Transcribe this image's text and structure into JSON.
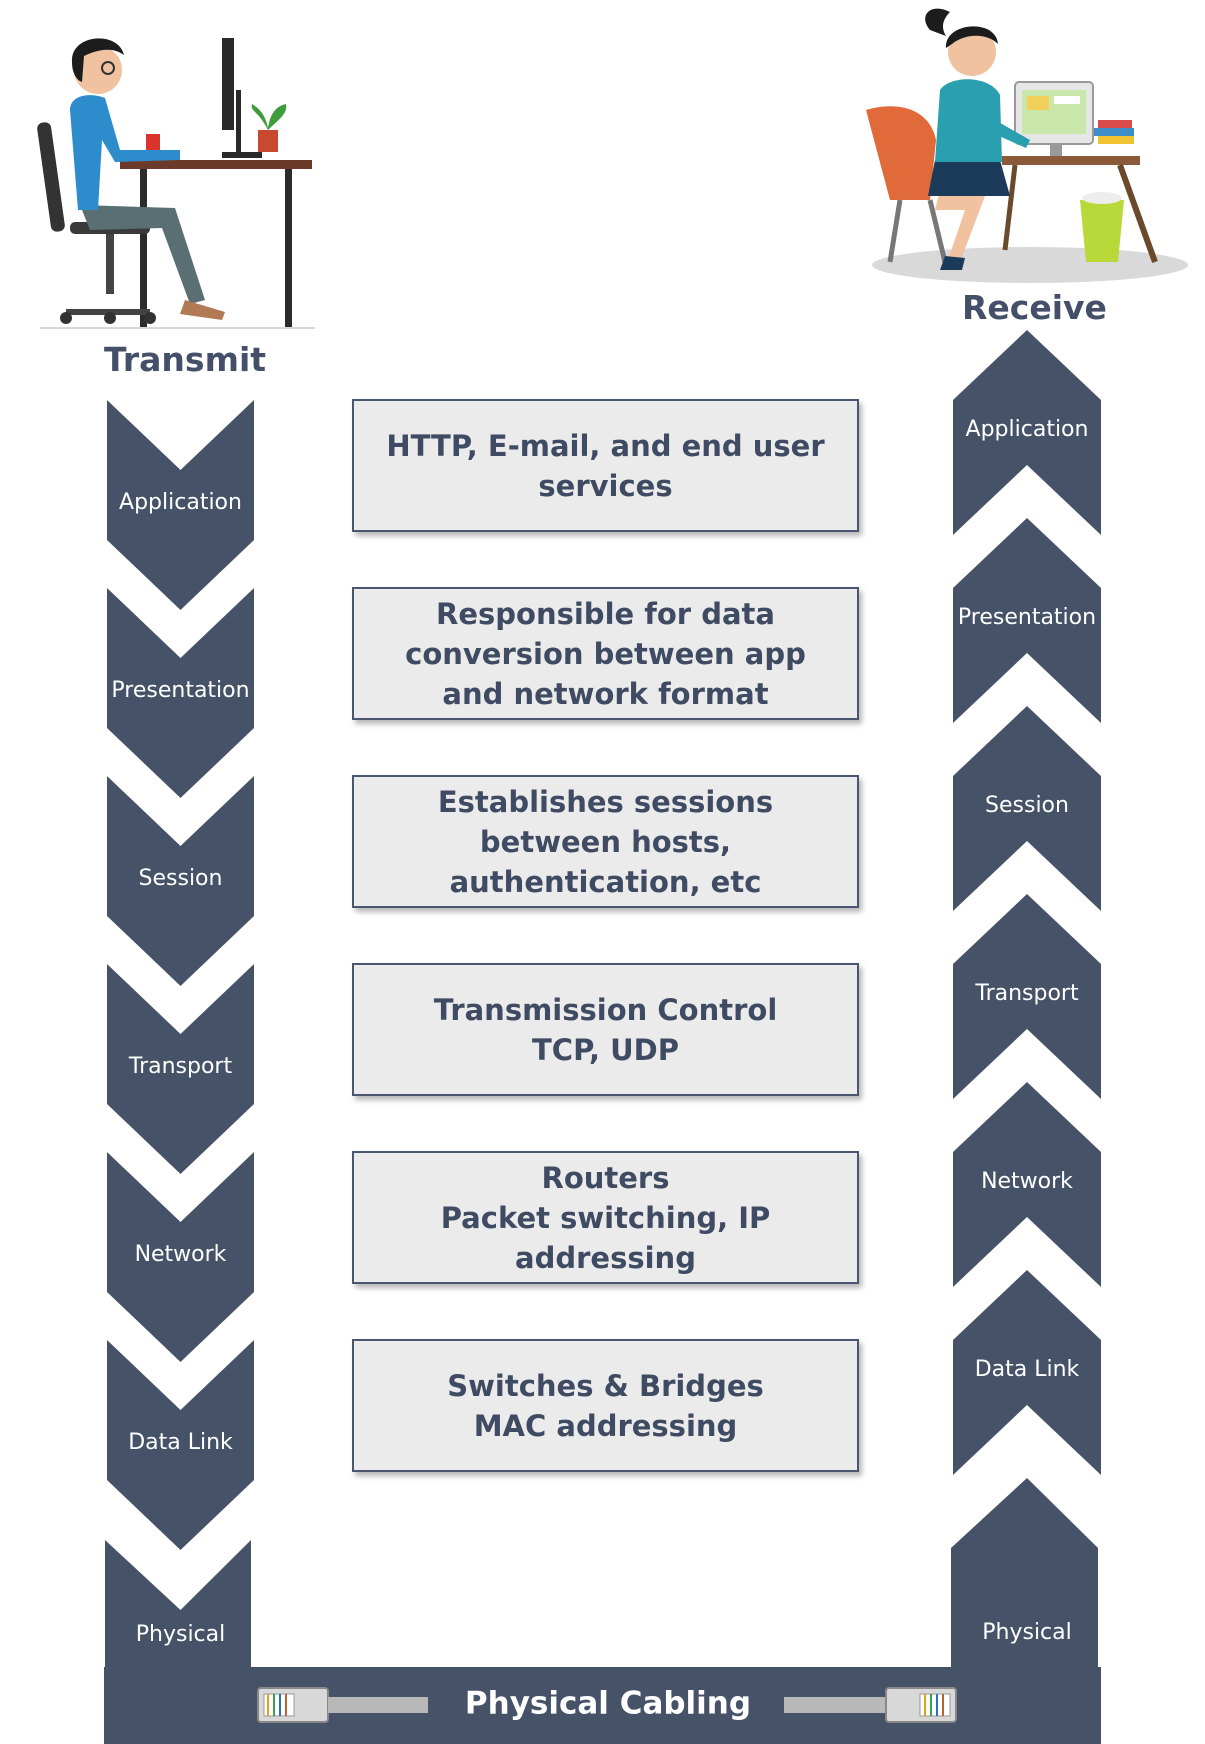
{
  "transmit": {
    "title": "Transmit",
    "layers": [
      "Application",
      "Presentation",
      "Session",
      "Transport",
      "Network",
      "Data Link",
      "Physical"
    ]
  },
  "receive": {
    "title": "Receive",
    "layers": [
      "Application",
      "Presentation",
      "Session",
      "Transport",
      "Network",
      "Data Link",
      "Physical"
    ]
  },
  "descriptions": [
    "HTTP, E-mail, and end user\nservices",
    "Responsible for data\nconversion between app\nand network format",
    "Establishes sessions\nbetween hosts,\nauthentication, etc",
    "Transmission Control\nTCP, UDP",
    "Routers\nPacket switching, IP addressing",
    "Switches & Bridges\nMAC addressing"
  ],
  "cabling": {
    "label": "Physical Cabling"
  },
  "colors": {
    "layer_fill": "#465268",
    "box_fill": "#ebebeb",
    "box_border": "#4a5670",
    "text_dark": "#3f4b62"
  }
}
